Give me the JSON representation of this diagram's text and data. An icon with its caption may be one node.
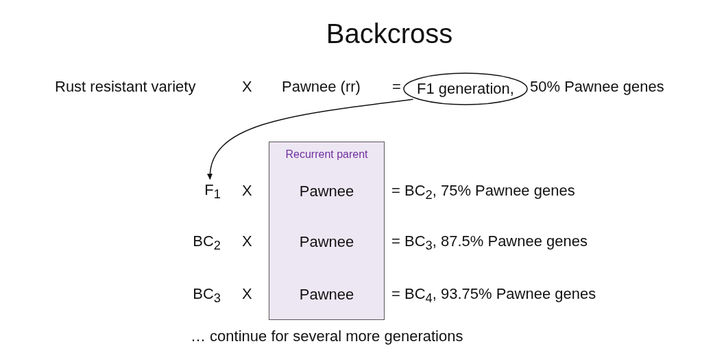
{
  "diagram": {
    "title": "Backcross",
    "nodes": [
      {
        "text": [
          "F1 generation,"
        ]
      },
      {
        "text": [
          "F$_{1}$"
        ]
      },
      {
        "text": [
          "Recurrent parent",
          "Pawnee",
          "Pawnee",
          "Pawnee"
        ]
      }
    ],
    "edges": [
      {
        "from": 0,
        "to": 1,
        "arrow": "to"
      }
    ],
    "labels": [
      "Rust resistant variety",
      "X",
      "Pawnee (rr)",
      "=",
      "50% Pawnee genes",
      "X",
      "= BC$_{2}$, 75% Pawnee genes",
      "BC$_{2}$",
      "X",
      "= BC$_{3}$, 87.5% Pawnee genes",
      "BC$_{3}$",
      "X",
      "= BC$_{4}$, 93.75% Pawnee genes",
      "… continue for several more generations"
    ]
  }
}
